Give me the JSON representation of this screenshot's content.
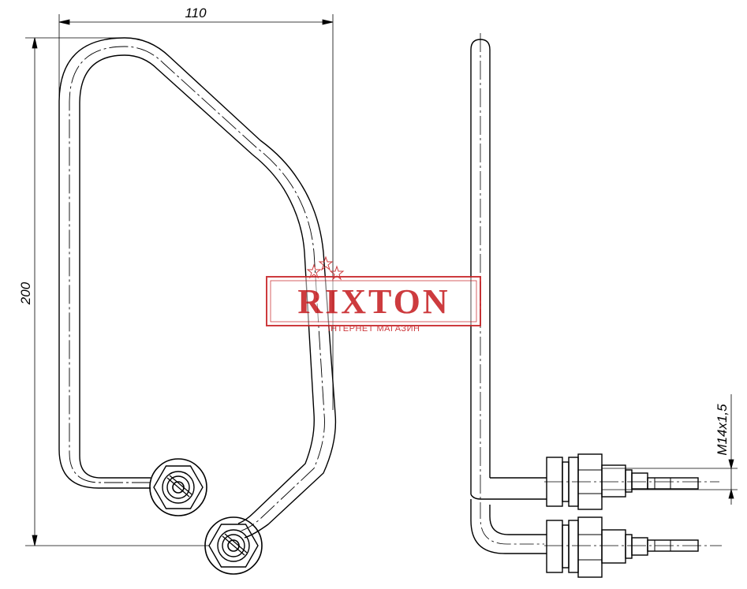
{
  "dimensions": {
    "width_label": "110",
    "height_label": "200",
    "thread_label": "M14x1,5"
  },
  "watermark": {
    "title": "RIXTON",
    "subtitle": "ІНТЕРНЕТ МАГАЗИН",
    "color": "#c8262a"
  }
}
